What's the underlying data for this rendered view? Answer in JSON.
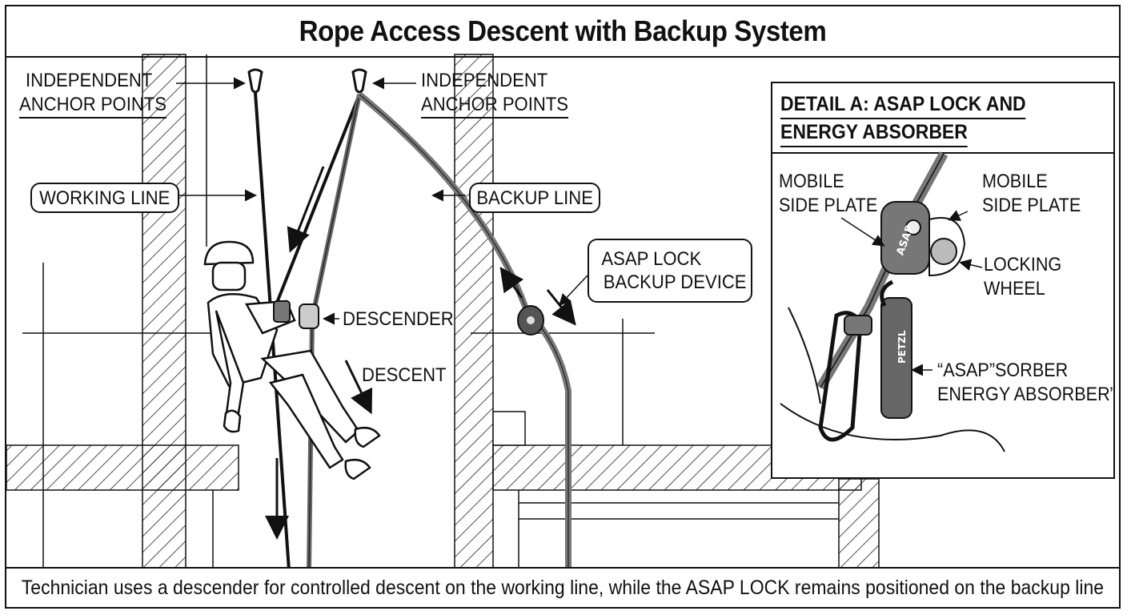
{
  "title": "Rope Access Descent with Backup System",
  "caption": "Technician uses a descender for controlled descent on the working line, while the ASAP LOCK remains positioned on the backup line",
  "labels": {
    "anchor_left_line1": "INDEPENDENT",
    "anchor_left_line2": "ANCHOR POINTS",
    "anchor_right_line1": "INDEPENDENT",
    "anchor_right_line2": "ANCHOR POINTS",
    "working_line": "WORKING LINE",
    "backup_line": "BACKUP LINE",
    "asap_line1": "ASAP LOCK",
    "asap_line2": "BACKUP DEVICE",
    "descender": "DESCENDER",
    "descent": "DESCENT"
  },
  "detail": {
    "title_line1": "DETAIL A: ASAP LOCK AND",
    "title_line2": "ENERGY ABSORBER",
    "mobile_left_line1": "MOBILE",
    "mobile_left_line2": "SIDE PLATE",
    "mobile_right_line1": "MOBILE",
    "mobile_right_line2": "SIDE PLATE",
    "locking_line1": "LOCKING",
    "locking_line2": "WHEEL",
    "absorber_line1": "“ASAP”SORBER",
    "absorber_line2": "ENERGY ABSORBER”",
    "device_mark": "ASAP",
    "brand_mark": "PETZL"
  }
}
